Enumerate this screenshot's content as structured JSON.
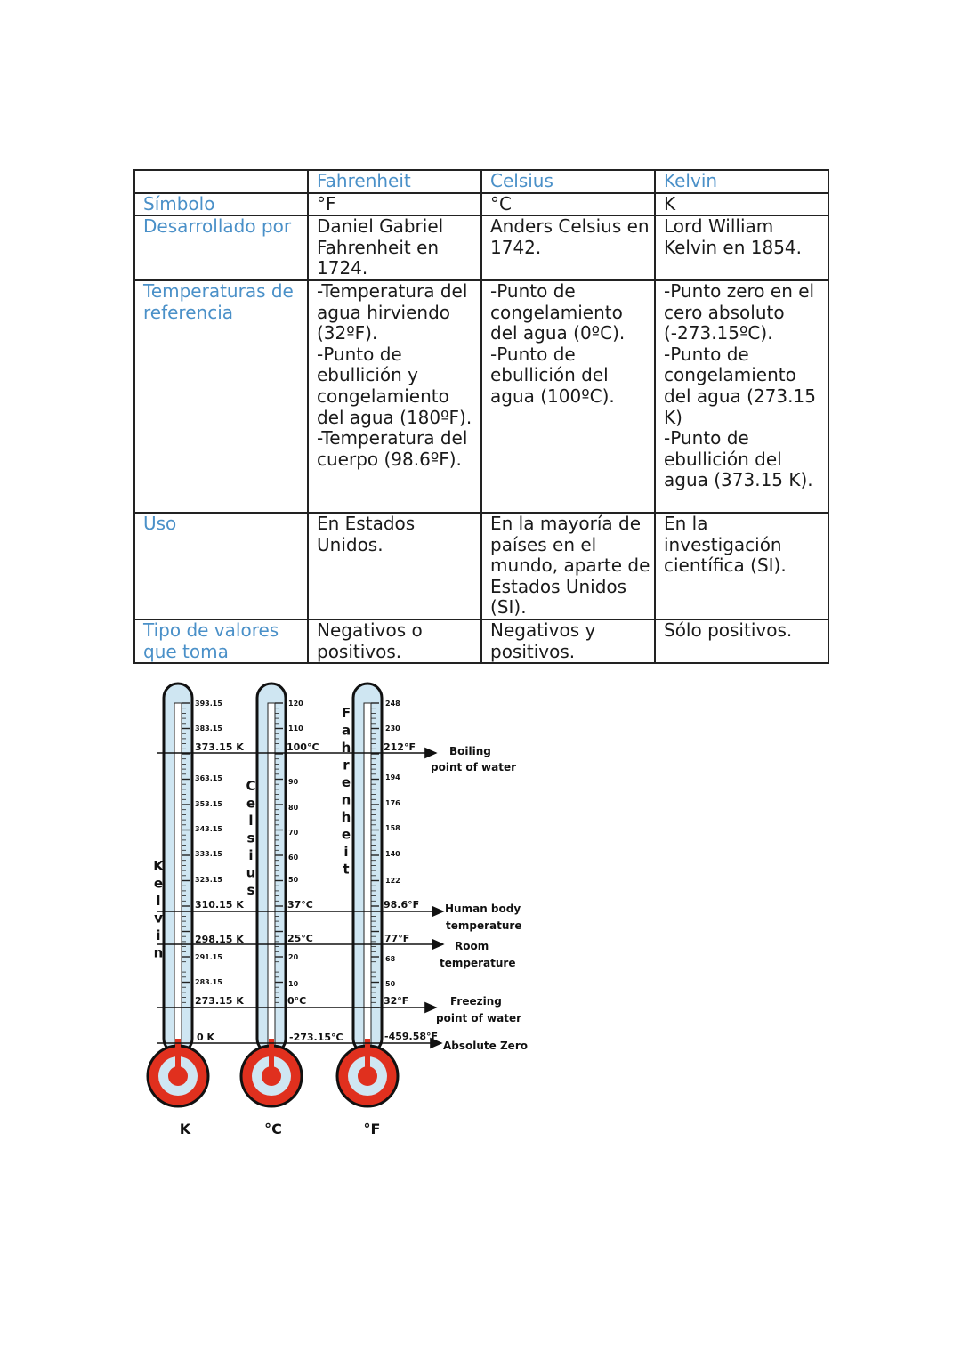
{
  "table": {
    "header": [
      "",
      "Fahrenheit",
      "Celsius",
      "Kelvin"
    ],
    "rows": [
      {
        "label": "Símbolo",
        "cells": [
          "°F",
          "°C",
          "K"
        ]
      },
      {
        "label": "Desarrollado por",
        "cells": [
          "Daniel Gabriel Fahrenheit en 1724.",
          "Anders Celsius en 1742.",
          "Lord William Kelvin en 1854."
        ]
      },
      {
        "label": "Temperaturas de referencia",
        "cells": [
          "-Temperatura del agua hirviendo (32ºF).\n-Punto de ebullición y congelamiento del agua (180ºF).\n-Temperatura del cuerpo (98.6ºF).",
          "-Punto de congelamiento del agua (0ºC).\n-Punto de ebullición del agua (100ºC).",
          "-Punto zero en el cero absoluto (-273.15ºC).\n-Punto de congelamiento del agua (273.15 K)\n-Punto de ebullición del agua (373.15 K)."
        ]
      },
      {
        "label": "Uso",
        "cells": [
          "En Estados Unidos.",
          "En la mayoría de países en el mundo, aparte de Estados Unidos (SI).",
          "En la investigación científica (SI)."
        ]
      },
      {
        "label": "Tipo de valores que toma",
        "cells": [
          "Negativos o positivos.",
          "Negativos y positivos.",
          "Sólo positivos."
        ]
      }
    ]
  },
  "figure": {
    "kelvin_ticks": [
      "393.15",
      "383.15",
      "373.15 K",
      "363.15",
      "353.15",
      "343.15",
      "333.15",
      "323.15",
      "310.15 K",
      "298.15 K",
      "291.15",
      "283.15",
      "273.15 K",
      "0 K"
    ],
    "celsius_ticks": [
      "120",
      "110",
      "100°C",
      "90",
      "80",
      "70",
      "60",
      "50",
      "37°C",
      "25°C",
      "20",
      "10",
      "0°C",
      "-273.15°C"
    ],
    "fahrenheit_ticks": [
      "248",
      "230",
      "212°F",
      "194",
      "176",
      "158",
      "140",
      "122",
      "98.6°F",
      "77°F",
      "68",
      "50",
      "32°F",
      "-459.58°F"
    ],
    "scale_names": {
      "kelvin": "Kelvin",
      "celsius": "Celsius",
      "fahrenheit": "Fahrenheit"
    },
    "bottom_labels": [
      "K",
      "°C",
      "°F"
    ],
    "annotations": {
      "boiling_1": "Boiling",
      "boiling_2": "point of water",
      "body_1": "Human body",
      "body_2": "temperature",
      "room_1": "Room",
      "room_2": "temperature",
      "freezing_1": "Freezing",
      "freezing_2": "point of water",
      "absolute": "Absolute Zero"
    },
    "colors": {
      "tube": "#cfe6f2",
      "bulb": "#e0301e",
      "outline": "#111111"
    }
  }
}
